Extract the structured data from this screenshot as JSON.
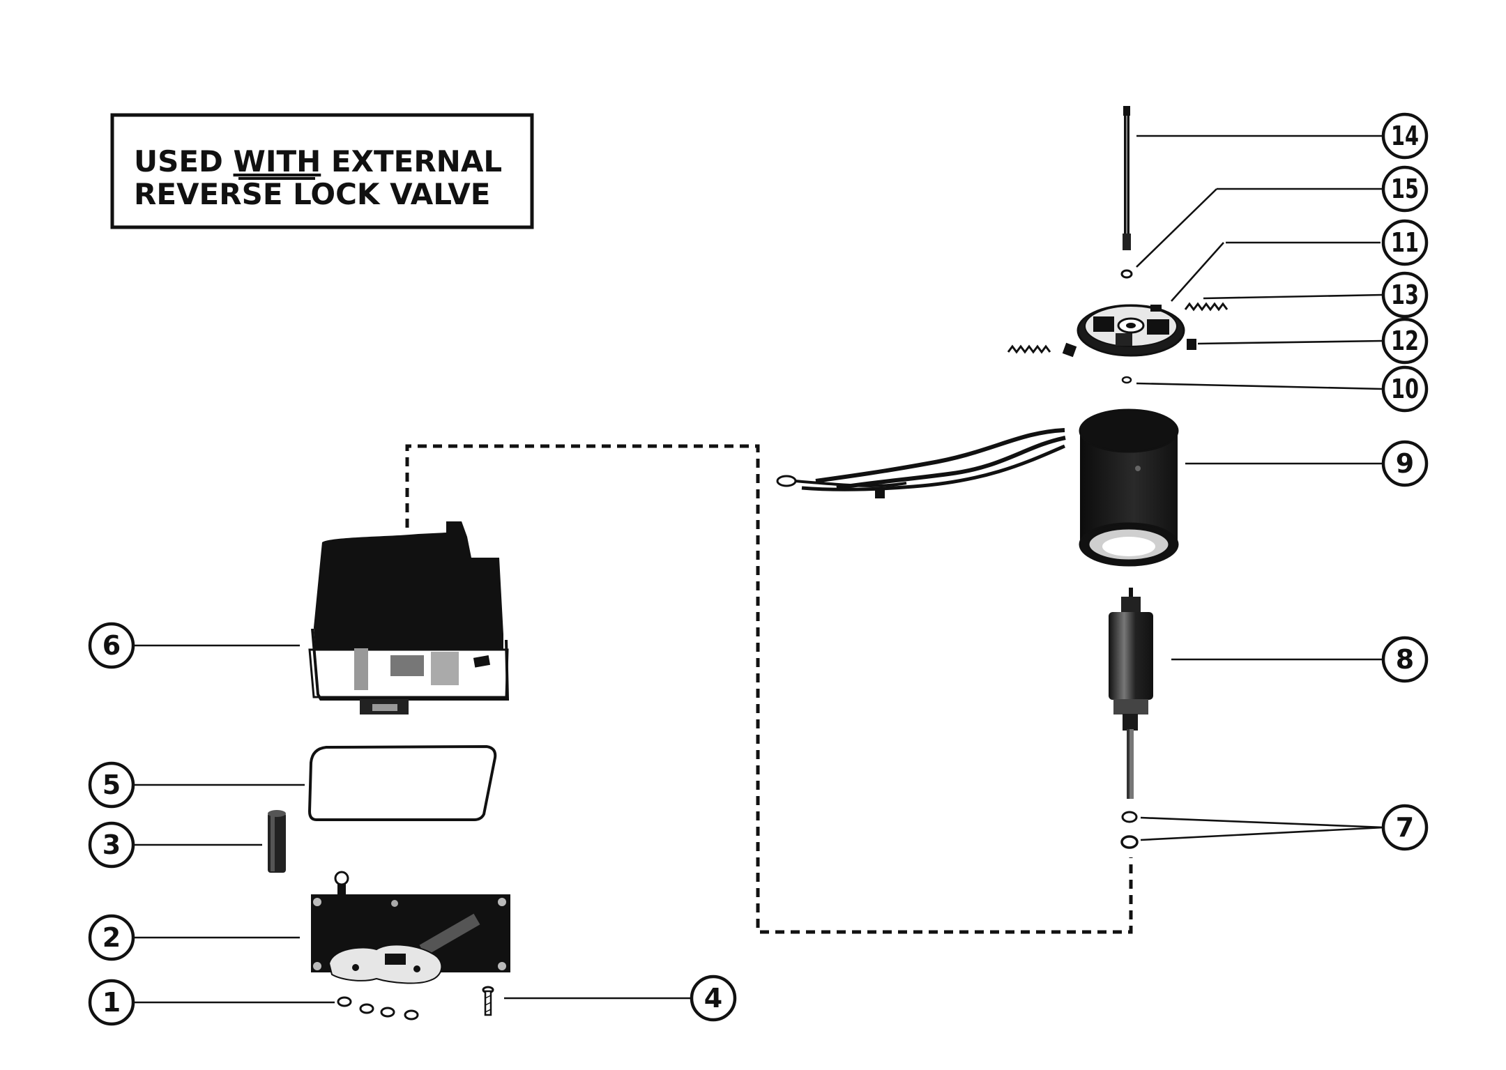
{
  "note": {
    "line1_prefix": "USED ",
    "line1_emph": "WITH",
    "line1_suffix": " EXTERNAL",
    "line2": "REVERSE LOCK VALVE"
  },
  "callouts": {
    "c1": "1",
    "c2": "2",
    "c3": "3",
    "c4": "4",
    "c5": "5",
    "c6": "6",
    "c7": "7",
    "c8": "8",
    "c9": "9",
    "c10": "10",
    "c11": "11",
    "c12": "12",
    "c13": "13",
    "c14": "14",
    "c15": "15"
  }
}
